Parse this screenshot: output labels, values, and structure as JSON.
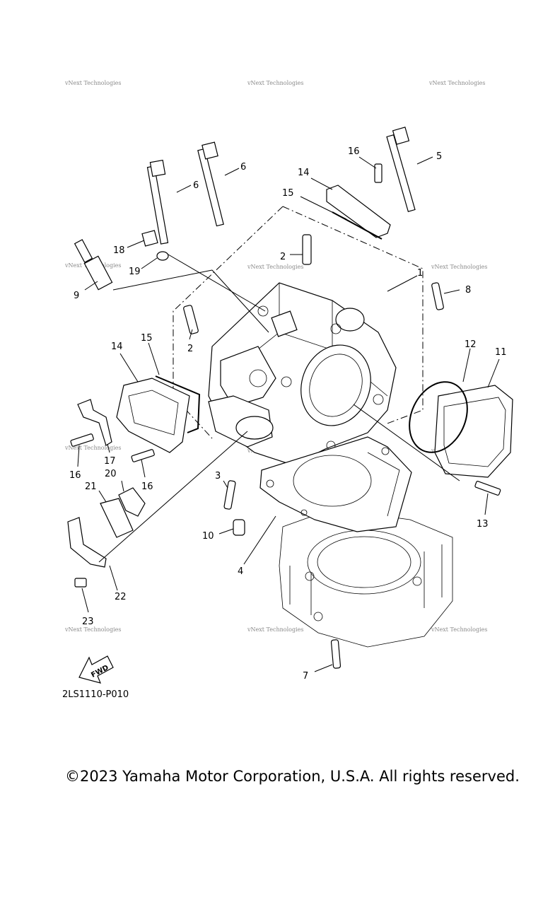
{
  "diagram": {
    "reference_code": "2LS1110-P010",
    "fwd_label": "FWD",
    "watermark_text": "vNext Technologies",
    "callouts": [
      {
        "id": "c1",
        "label": "1"
      },
      {
        "id": "c2a",
        "label": "2"
      },
      {
        "id": "c2b",
        "label": "2"
      },
      {
        "id": "c3",
        "label": "3"
      },
      {
        "id": "c4",
        "label": "4"
      },
      {
        "id": "c5",
        "label": "5"
      },
      {
        "id": "c6a",
        "label": "6"
      },
      {
        "id": "c6b",
        "label": "6"
      },
      {
        "id": "c7",
        "label": "7"
      },
      {
        "id": "c8",
        "label": "8"
      },
      {
        "id": "c9",
        "label": "9"
      },
      {
        "id": "c10",
        "label": "10"
      },
      {
        "id": "c11",
        "label": "11"
      },
      {
        "id": "c12",
        "label": "12"
      },
      {
        "id": "c13",
        "label": "13"
      },
      {
        "id": "c14a",
        "label": "14"
      },
      {
        "id": "c14b",
        "label": "14"
      },
      {
        "id": "c15a",
        "label": "15"
      },
      {
        "id": "c15b",
        "label": "15"
      },
      {
        "id": "c16a",
        "label": "16"
      },
      {
        "id": "c16b",
        "label": "16"
      },
      {
        "id": "c16c",
        "label": "16"
      },
      {
        "id": "c17",
        "label": "17"
      },
      {
        "id": "c18",
        "label": "18"
      },
      {
        "id": "c19",
        "label": "19"
      },
      {
        "id": "c20",
        "label": "20"
      },
      {
        "id": "c21",
        "label": "21"
      },
      {
        "id": "c22",
        "label": "22"
      },
      {
        "id": "c23",
        "label": "23"
      }
    ]
  },
  "footer": {
    "copyright": "©2023 Yamaha Motor Corporation, U.S.A. All rights reserved."
  }
}
